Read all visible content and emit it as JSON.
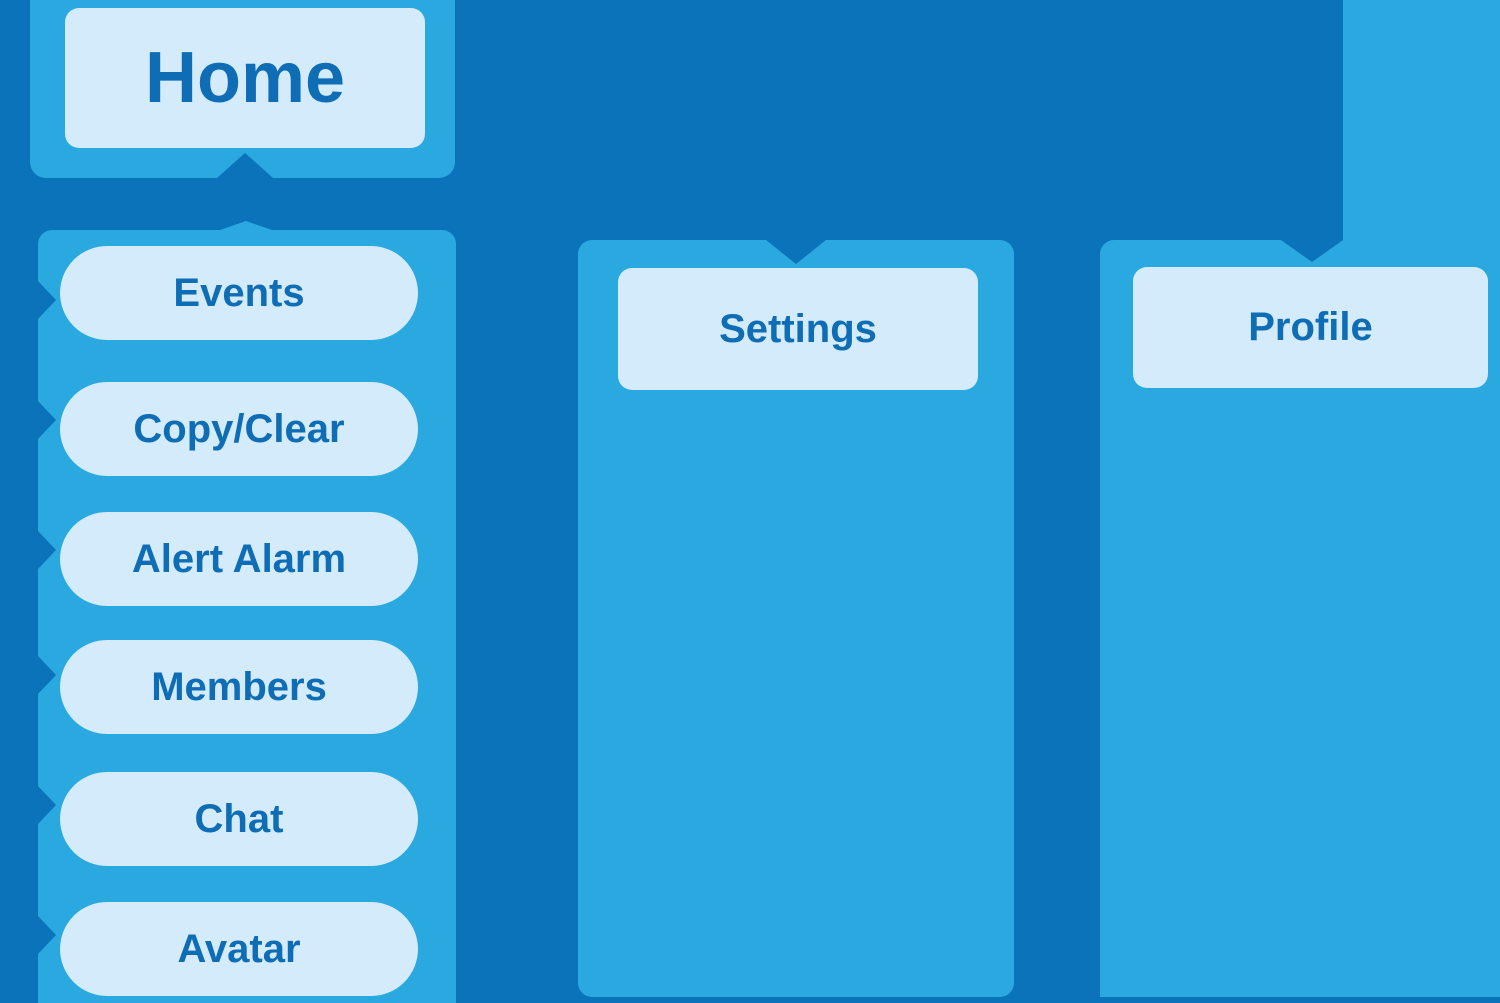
{
  "palette": {
    "background": "#0A73BA",
    "panel": "#2AA8E0",
    "node_fill": "#D3EBFB",
    "ink": "#0E6DB5"
  },
  "nodes": {
    "home": {
      "label": "Home"
    },
    "settings": {
      "label": "Settings"
    },
    "profile": {
      "label": "Profile"
    }
  },
  "home_children": {
    "items": [
      {
        "label": "Events"
      },
      {
        "label": "Copy/Clear"
      },
      {
        "label": "Alert Alarm"
      },
      {
        "label": "Members"
      },
      {
        "label": "Chat"
      },
      {
        "label": "Avatar"
      }
    ]
  }
}
